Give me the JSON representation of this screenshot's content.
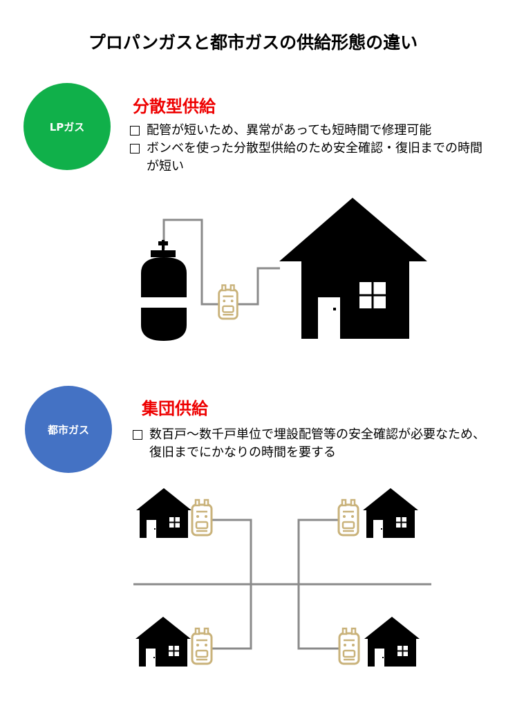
{
  "title": "プロパンガスと都市ガスの供給形態の違い",
  "lp": {
    "badge": "LPガス",
    "color": "#10b04a",
    "heading": "分散型供給",
    "bullets": [
      "配管が短いため、異常があっても短時間で修理可能",
      "ボンベを使った分散型供給のため安全確認・復旧までの時間が短い"
    ]
  },
  "city": {
    "badge": "都市ガス",
    "color": "#4472c4",
    "heading": "集団供給",
    "bullets": [
      "数百戸～数千戸単位で埋設配管等の安全確認が必要なため、復旧までにかなりの時間を要する"
    ]
  },
  "colors": {
    "heading": "#ee0000",
    "pipe": "#8a8a8a",
    "meter": "#c9b27a"
  },
  "icons": [
    "gas-cylinder-icon",
    "gas-meter-icon",
    "house-icon"
  ]
}
